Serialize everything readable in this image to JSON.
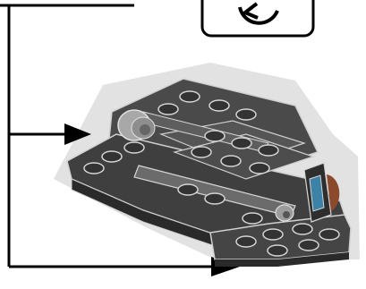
{
  "page": {
    "kind": "lego-instruction-step",
    "background": "#ffffff"
  },
  "rotate_callout": {
    "icon": "rotate-icon",
    "border_color": "#000000",
    "background": "#ffffff"
  },
  "callout_lines": {
    "color": "#000000",
    "arrows": [
      "callout-arrow-upper",
      "callout-arrow-lower"
    ]
  },
  "model": {
    "shadow_color": "#d9d9d9",
    "brick_color": "#4a4a4a",
    "brick_dark": "#2a2a2a",
    "stud_color": "#3a3a3a",
    "highlight_piece_color": "#9c9c9c",
    "accent_color": "#3b82a6",
    "brown_color": "#8b4a2b"
  }
}
